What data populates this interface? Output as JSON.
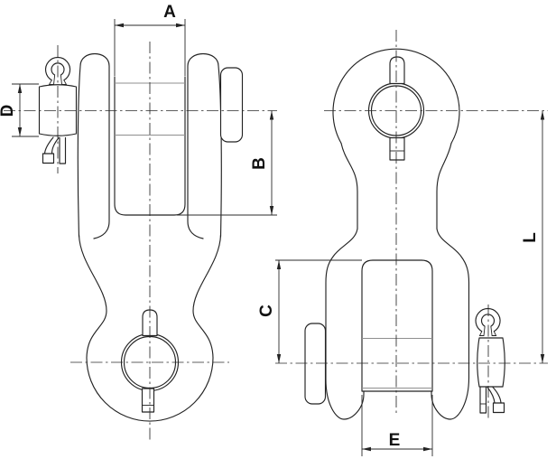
{
  "drawing": {
    "description": "Two-view technical line drawing of a clevis-and-eye socket link fitting with pins and cotter keys",
    "background_color": "#ffffff",
    "line_color": "#232323",
    "hidden_feature_line_color": "#8f8f8f",
    "label_color": "#111111",
    "left_view": {
      "content": "clevis with horizontal pin and cotter key on top, eye with vertical pin at bottom",
      "dim_labels": {
        "jaw_width_top": "A",
        "pin_diameter": "D",
        "center_to_jaw_bottom": "B"
      }
    },
    "right_view": {
      "content": "eye with vertical pin on top, clevis with horizontal pin and cotter key at bottom",
      "dim_labels": {
        "center_to_jaw_top": "C",
        "overall_center_to_center": "L",
        "jaw_width_bottom": "E"
      }
    }
  }
}
